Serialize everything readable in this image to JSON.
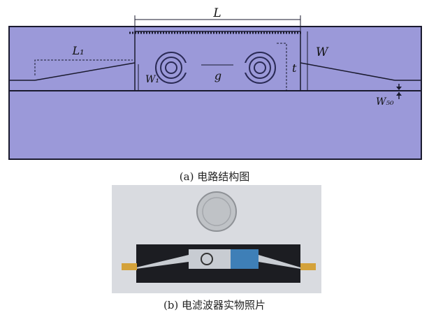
{
  "figure_a": {
    "caption": "(a) 电路结构图",
    "dimension_labels": {
      "L": "L",
      "L1": "L₁",
      "W": "W",
      "W1": "W₁",
      "g": "g",
      "t": "t",
      "W50": "W₅₀"
    },
    "colors": {
      "substrate": "#9b99d9",
      "outline": "#1a1a2e",
      "line": "#2a2a55"
    }
  },
  "figure_b": {
    "caption": "(b) 电滤波器实物照片",
    "colors": {
      "background": "#d9dbe0",
      "board": "#1c1d22",
      "copper_trace": "#c8ccd2",
      "connector": "#d4a23a",
      "coin": "#bfc2c6"
    }
  }
}
